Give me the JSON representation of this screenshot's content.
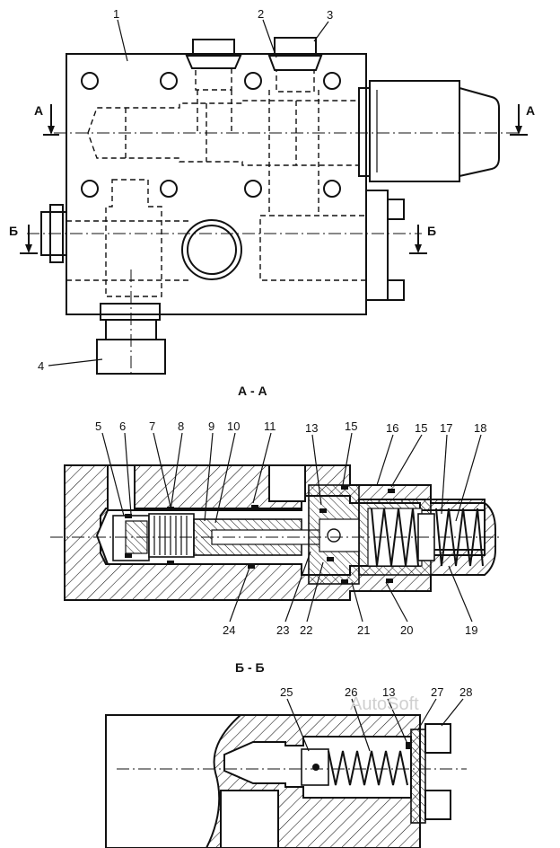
{
  "section_titles": {
    "aa": "А - А",
    "bb": "Б - Б"
  },
  "section_marks": {
    "a_left": "А",
    "a_right": "А",
    "b_left": "Б",
    "b_right": "Б"
  },
  "callouts": {
    "c1": "1",
    "c2": "2",
    "c3": "3",
    "c4": "4",
    "c5": "5",
    "c6": "6",
    "c7": "7",
    "c8": "8",
    "c9": "9",
    "c10": "10",
    "c11": "11",
    "c13a": "13",
    "c15a": "15",
    "c16": "16",
    "c15b": "15",
    "c17": "17",
    "c18": "18",
    "c24": "24",
    "c23": "23",
    "c22": "22",
    "c21": "21",
    "c20": "20",
    "c19": "19",
    "c25": "25",
    "c26": "26",
    "c13b": "13",
    "c27": "27",
    "c28": "28"
  },
  "watermark": "AutoSoft"
}
